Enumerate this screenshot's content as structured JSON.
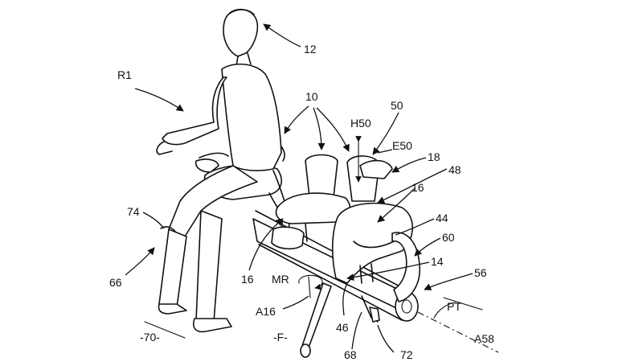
{
  "figure": {
    "labels": {
      "l12": "12",
      "lR1": "R1",
      "l10": "10",
      "l50": "50",
      "lH50": "H50",
      "lE50": "E50",
      "l18": "18",
      "l48": "48",
      "l16a": "16",
      "l44": "44",
      "l60": "60",
      "l14": "14",
      "l56": "56",
      "l74": "74",
      "l66": "66",
      "l16b": "16",
      "lMR": "MR",
      "lA16": "A16",
      "lPT": "PT",
      "l46": "46",
      "lA58": "A58",
      "l70": "-70-",
      "lF": "-F-",
      "l68": "68",
      "l72": "72"
    }
  }
}
